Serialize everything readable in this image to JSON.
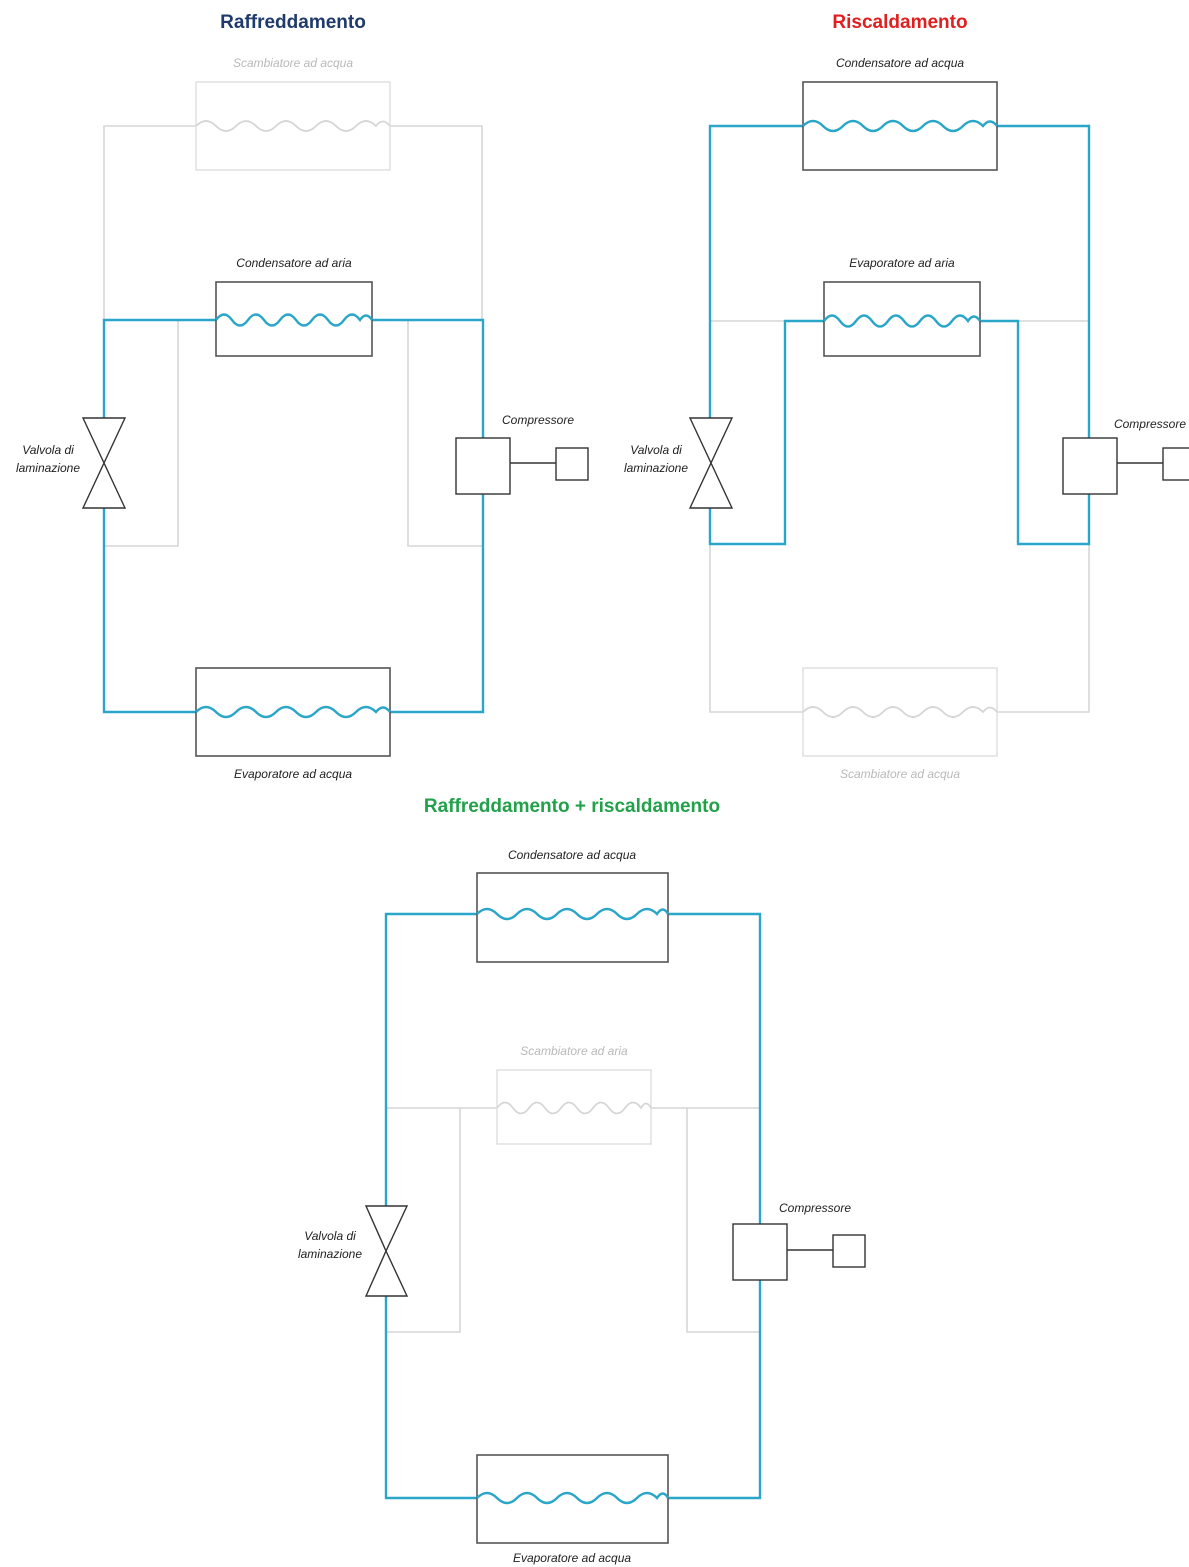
{
  "diagrams": {
    "cooling": {
      "title": "Raffreddamento",
      "title_color": "#1f3a6b",
      "top_exchanger": "Scambiatore ad acqua",
      "middle_exchanger": "Condensatore ad aria",
      "bottom_exchanger": "Evaporatore ad acqua",
      "valve_line1": "Valvola di",
      "valve_line2": "laminazione",
      "compressor": "Compressore"
    },
    "heating": {
      "title": "Riscaldamento",
      "title_color": "#e02020",
      "top_exchanger": "Condensatore ad acqua",
      "middle_exchanger": "Evaporatore ad aria",
      "bottom_exchanger": "Scambiatore ad acqua",
      "valve_line1": "Valvola di",
      "valve_line2": "laminazione",
      "compressor": "Compressore"
    },
    "combined": {
      "title": "Raffreddamento + riscaldamento",
      "title_color": "#22a14a",
      "top_exchanger": "Condensatore ad acqua",
      "middle_exchanger": "Scambiatore ad aria",
      "bottom_exchanger": "Evaporatore ad acqua",
      "valve_line1": "Valvola di",
      "valve_line2": "laminazione",
      "compressor": "Compressore"
    }
  },
  "colors": {
    "active_pipe": "#2aa6c8",
    "inactive_pipe": "#d6d6d6",
    "component_outline": "#555555"
  }
}
